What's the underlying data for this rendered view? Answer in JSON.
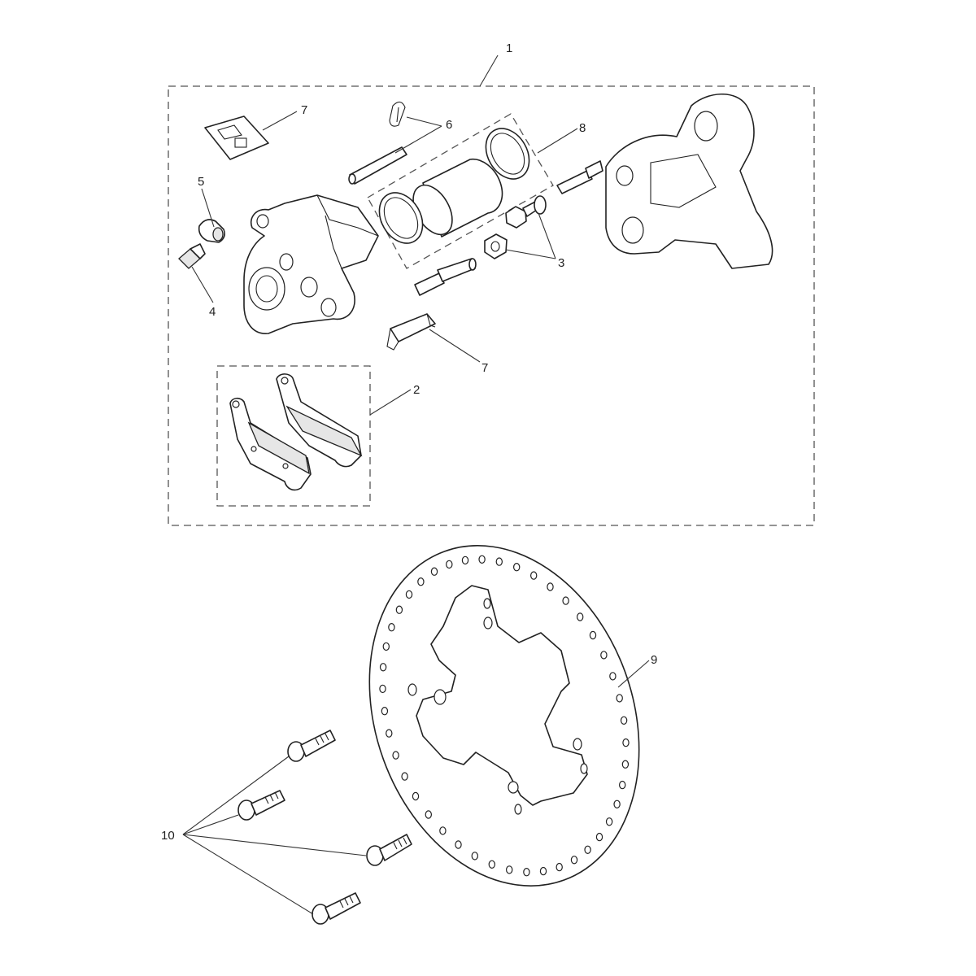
{
  "callouts": {
    "c1": "1",
    "c2": "2",
    "c3": "3",
    "c4": "4",
    "c5": "5",
    "c6": "6",
    "c7a": "7",
    "c7b": "7",
    "c8": "8",
    "c9": "9",
    "c10": "10"
  }
}
